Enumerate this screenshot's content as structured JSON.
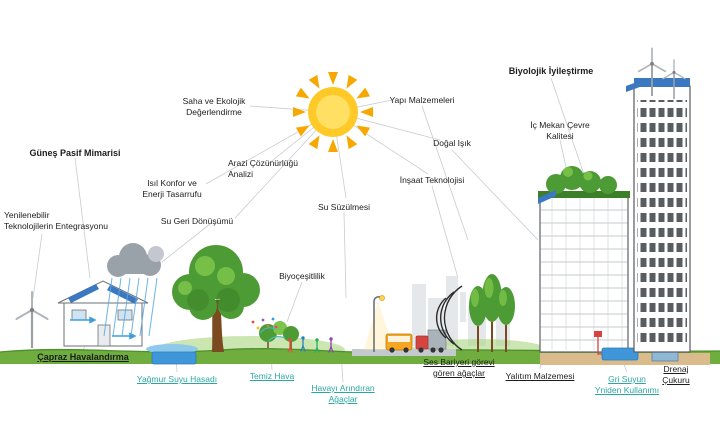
{
  "colors": {
    "teal": "#2aa7a0",
    "dark_text": "#1c1c1c",
    "sun_yellow": "#ffc928",
    "sun_inner": "#ffe063",
    "ray_orange": "#f7a800",
    "tree_green": "#4d9b35",
    "tree_dark": "#3c7f28",
    "leaf_light": "#7cc44a",
    "water_blue": "#3f96d8",
    "panel_blue": "#3a78c2",
    "rain_blue": "#56a8e0",
    "ground_green": "#6fae3e",
    "soil_tan": "#d9bb8c",
    "cloud_gray": "#9aa2a9",
    "bus_orange": "#f6a623",
    "truck_red": "#d3453e",
    "barrier_dark": "#2b2b2b"
  },
  "labels": {
    "gunes_pasif": {
      "text": "Güneş Pasif Mimarisi"
    },
    "yenilenebilir": {
      "text": "Yenilenebilir\nTeknolojilerin Entegrasyonu"
    },
    "isil_konfor": {
      "text": "Isıl Konfor ve\nEnerji Tasarrufu"
    },
    "su_geri": {
      "text": "Su Geri Dönüşümü"
    },
    "saha": {
      "text": "Saha ve Ekolojik\nDeğerlendirme"
    },
    "arazi": {
      "text": "Arazi Çözünürlüğü\nAnalizi"
    },
    "su_suzulmesi": {
      "text": "Su Süzülmesi"
    },
    "biyocesitlilik": {
      "text": "Biyoçeşitlilik"
    },
    "yapi": {
      "text": "Yapı Malzemeleri"
    },
    "dogal_isik": {
      "text": "Doğal Işık"
    },
    "insaat": {
      "text": "İnşaat Teknolojisi"
    },
    "biyolojik": {
      "text": "Biyolojik İyileştirme"
    },
    "ic_mekan": {
      "text": "İç Mekan Çevre\nKalitesi"
    },
    "capraz": {
      "text": "Çapraz Havalandırma"
    },
    "yagmur": {
      "text": "Yağmur Suyu Hasadı"
    },
    "temiz": {
      "text": "Temiz Hava"
    },
    "havayi": {
      "text": "Havayı Arındıran\nAğaçlar"
    },
    "ses_bariyeri": {
      "text": "Ses Bariyeri görevi\ngören ağaçlar"
    },
    "yalitim": {
      "text": "Yalıtım Malzemesi"
    },
    "gri_suyun": {
      "text": "Gri Suyun\nYniden Kullanımı"
    },
    "drenaj": {
      "text": "Drenaj Çukuru"
    }
  }
}
